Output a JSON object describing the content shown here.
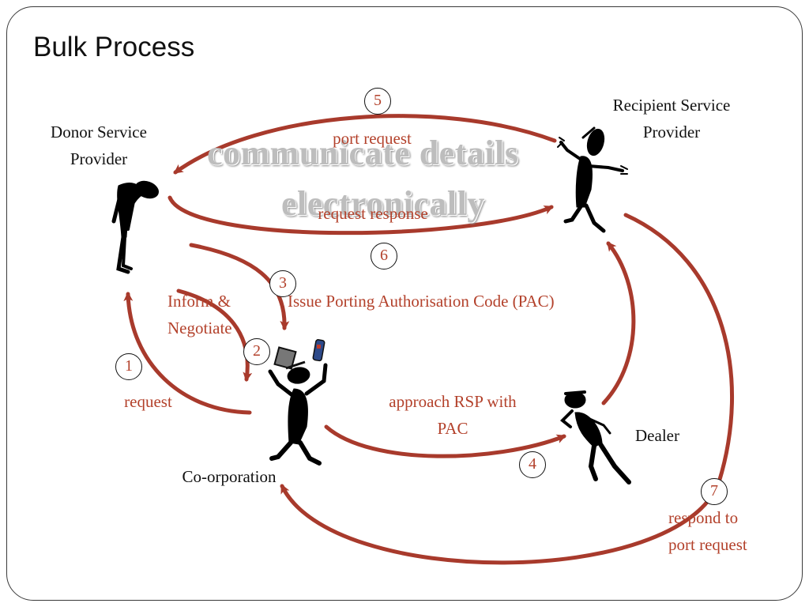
{
  "title": "Bulk Process",
  "overlay": {
    "line1": "communicate details",
    "line2": "electronically"
  },
  "actors": {
    "donor": "Donor Service\nProvider",
    "recipient": "Recipient Service\nProvider",
    "corporation": "Co-orporation",
    "dealer": "Dealer"
  },
  "flows": [
    {
      "step": "1",
      "label": "request"
    },
    {
      "step": "2",
      "label": "Inform &\nNegotiate"
    },
    {
      "step": "3",
      "label": "Issue Porting Authorisation Code (PAC)"
    },
    {
      "step": "4",
      "label": "approach RSP with\nPAC"
    },
    {
      "step": "5",
      "label": "port request"
    },
    {
      "step": "6",
      "label": "request response"
    },
    {
      "step": "7",
      "label": "respond to\nport request"
    }
  ],
  "colors": {
    "arrow": "#a83a2c",
    "label": "#b3412b",
    "figure": "#000000"
  },
  "icons": [
    "stick-figure-sad",
    "stick-figure-arms-out",
    "stick-figure-with-phone",
    "stick-figure-on-phone",
    "hat-icon",
    "mobile-phone-icon"
  ]
}
